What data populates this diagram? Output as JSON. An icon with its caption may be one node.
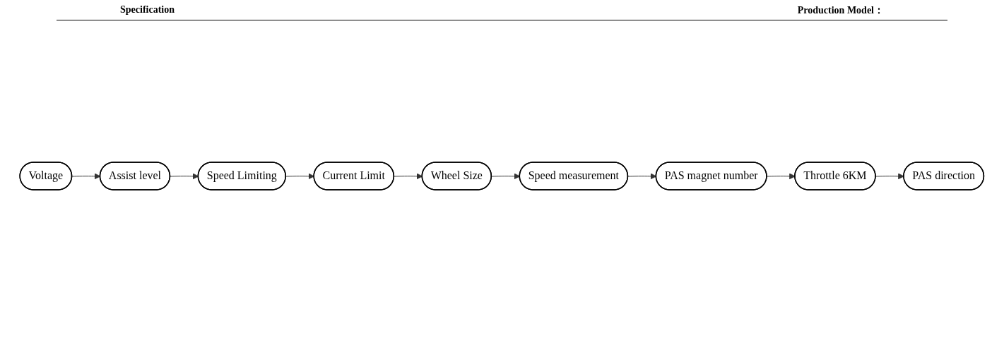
{
  "diagram": {
    "nodes": [
      {
        "text": [
          "Voltage"
        ]
      },
      {
        "text": [
          "Assist level"
        ]
      },
      {
        "text": [
          "Speed Limiting"
        ]
      },
      {
        "text": [
          "Current Limit"
        ]
      },
      {
        "text": [
          "Wheel Size"
        ]
      },
      {
        "text": [
          "Speed measurement"
        ]
      },
      {
        "text": [
          "PAS magnet number"
        ]
      },
      {
        "text": [
          "Throttle 6KM"
        ]
      },
      {
        "text": [
          "PAS direction"
        ]
      }
    ],
    "edges": [
      {
        "from": 0,
        "to": 1,
        "arrow": "to"
      },
      {
        "from": 1,
        "to": 2,
        "arrow": "to"
      },
      {
        "from": 2,
        "to": 3,
        "arrow": "to"
      },
      {
        "from": 3,
        "to": 4,
        "arrow": "to"
      },
      {
        "from": 4,
        "to": 5,
        "arrow": "to"
      },
      {
        "from": 5,
        "to": 6,
        "arrow": "to"
      },
      {
        "from": 6,
        "to": 7,
        "arrow": "to"
      },
      {
        "from": 7,
        "to": 8,
        "arrow": "to"
      }
    ],
    "labels": [
      "Specification",
      "Production Model："
    ]
  }
}
